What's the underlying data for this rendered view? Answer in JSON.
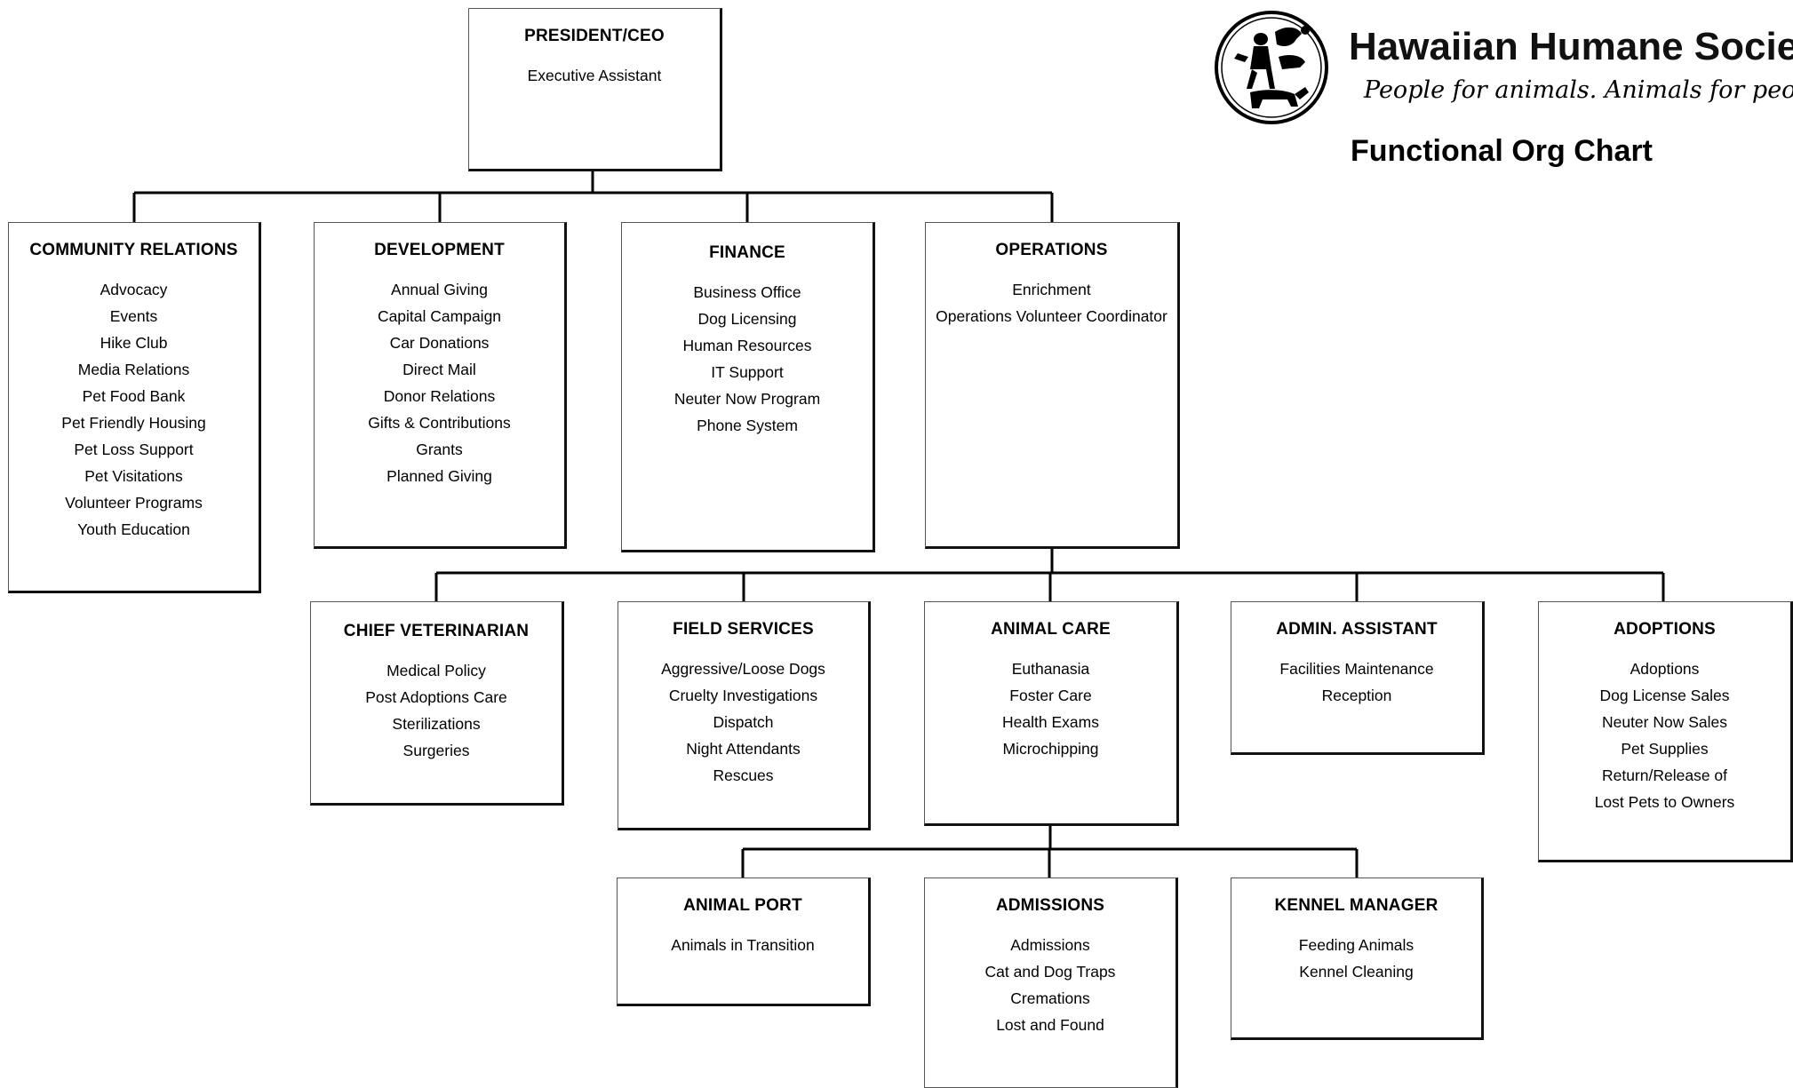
{
  "header": {
    "org_name": "Hawaiian Humane Society",
    "tagline": "People for animals. Animals for people.",
    "chart_title": "Functional Org Chart"
  },
  "boxes": {
    "president": {
      "title": "PRESIDENT/CEO",
      "items": [
        "Executive Assistant"
      ]
    },
    "community_relations": {
      "title": "COMMUNITY RELATIONS",
      "items": [
        "Advocacy",
        "Events",
        "Hike Club",
        "Media Relations",
        "Pet Food Bank",
        "Pet Friendly Housing",
        "Pet Loss Support",
        "Pet Visitations",
        "Volunteer Programs",
        "Youth Education"
      ]
    },
    "development": {
      "title": "DEVELOPMENT",
      "items": [
        "Annual Giving",
        "Capital Campaign",
        "Car Donations",
        "Direct Mail",
        "Donor Relations",
        "Gifts & Contributions",
        "Grants",
        "Planned Giving"
      ]
    },
    "finance": {
      "title": "FINANCE",
      "items": [
        "Business Office",
        "Dog Licensing",
        "Human Resources",
        "IT Support",
        "Neuter Now Program",
        "Phone System"
      ]
    },
    "operations": {
      "title": "OPERATIONS",
      "items": [
        "Enrichment",
        "Operations Volunteer Coordinator"
      ]
    },
    "chief_veterinarian": {
      "title": "CHIEF VETERINARIAN",
      "items": [
        "Medical Policy",
        "Post Adoptions Care",
        "Sterilizations",
        "Surgeries"
      ]
    },
    "field_services": {
      "title": "FIELD SERVICES",
      "items": [
        "Aggressive/Loose Dogs",
        "Cruelty Investigations",
        "Dispatch",
        "Night Attendants",
        "Rescues"
      ]
    },
    "animal_care": {
      "title": "ANIMAL CARE",
      "items": [
        "Euthanasia",
        "Foster Care",
        "Health Exams",
        "Microchipping"
      ]
    },
    "admin_assistant": {
      "title": "ADMIN. ASSISTANT",
      "items": [
        "Facilities Maintenance",
        "Reception"
      ]
    },
    "adoptions": {
      "title": "ADOPTIONS",
      "items": [
        "Adoptions",
        "Dog License Sales",
        "Neuter Now Sales",
        "Pet Supplies",
        "Return/Release of",
        "Lost Pets to Owners"
      ]
    },
    "animal_port": {
      "title": "ANIMAL PORT",
      "items": [
        "Animals in Transition"
      ]
    },
    "admissions": {
      "title": "ADMISSIONS",
      "items": [
        "Admissions",
        "Cat and Dog Traps",
        "Cremations",
        "Lost and Found"
      ]
    },
    "kennel_manager": {
      "title": "KENNEL MANAGER",
      "items": [
        "Feeding Animals",
        "Kennel Cleaning"
      ]
    }
  },
  "colors": {
    "lines": "#000000",
    "box_border": "#111111",
    "text": "#000000"
  }
}
